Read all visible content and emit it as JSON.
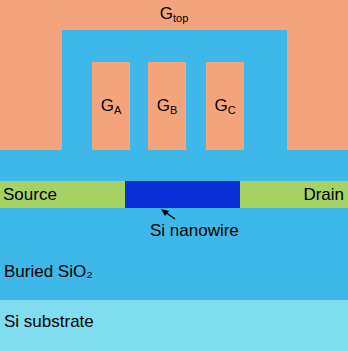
{
  "diagram": {
    "nodes": [
      {
        "text": [
          "Gtop"
        ]
      },
      {
        "text": [
          "GA"
        ],
        "in": 0
      },
      {
        "text": [
          "GB"
        ],
        "in": 0
      },
      {
        "text": [
          "GC"
        ],
        "in": 0
      },
      {
        "text": [
          "Source"
        ]
      },
      {
        "text": [
          "Drain"
        ]
      },
      {
        "text": [
          "Buried SiO₂"
        ]
      },
      {
        "text": [
          "Si substrate"
        ]
      }
    ],
    "labels": [
      "Si nanowire"
    ]
  }
}
